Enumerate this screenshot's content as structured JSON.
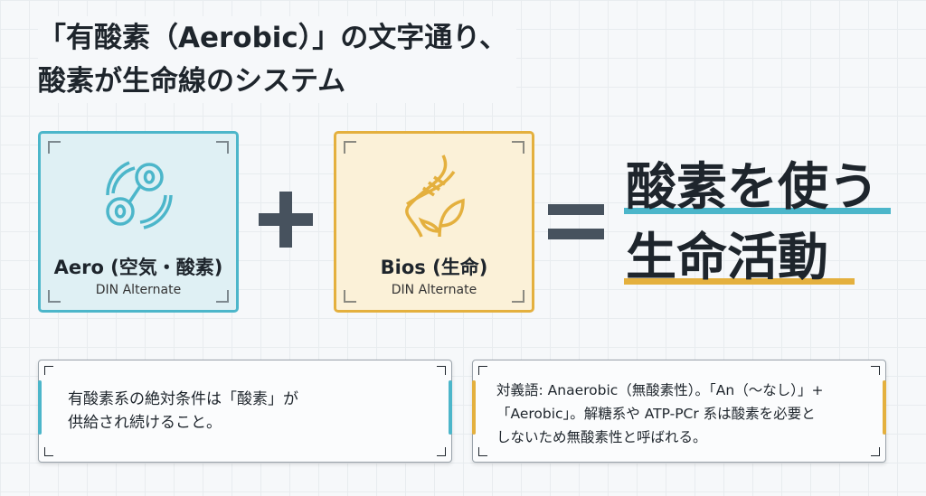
{
  "title": {
    "line1": "「有酸素（Aerobic）」の文字通り、",
    "line2": "酸素が生命線のシステム"
  },
  "cards": [
    {
      "name": "Aero (空気・酸素)",
      "sub": "DIN Alternate",
      "icon": "oxygen-molecule-icon",
      "color": "#4cb6ca",
      "bg": "#dff0f4"
    },
    {
      "name": "Bios (生命)",
      "sub": "DIN Alternate",
      "icon": "dna-leaf-icon",
      "color": "#e4b03e",
      "bg": "#fbf1d8"
    }
  ],
  "result": {
    "line1": "酸素を使う",
    "line2": "生命活動"
  },
  "notes": [
    {
      "text1": "有酸素系の絶対条件は「酸素」が",
      "text2": "供給され続けること。"
    },
    {
      "text1": "対義語: Anaerobic（無酸素性）。「An（〜なし）」+",
      "text2": "「Aerobic」。解糖系や ATP-PCr 系は酸素を必要と",
      "text3": "しないため無酸素性と呼ばれる。"
    }
  ]
}
